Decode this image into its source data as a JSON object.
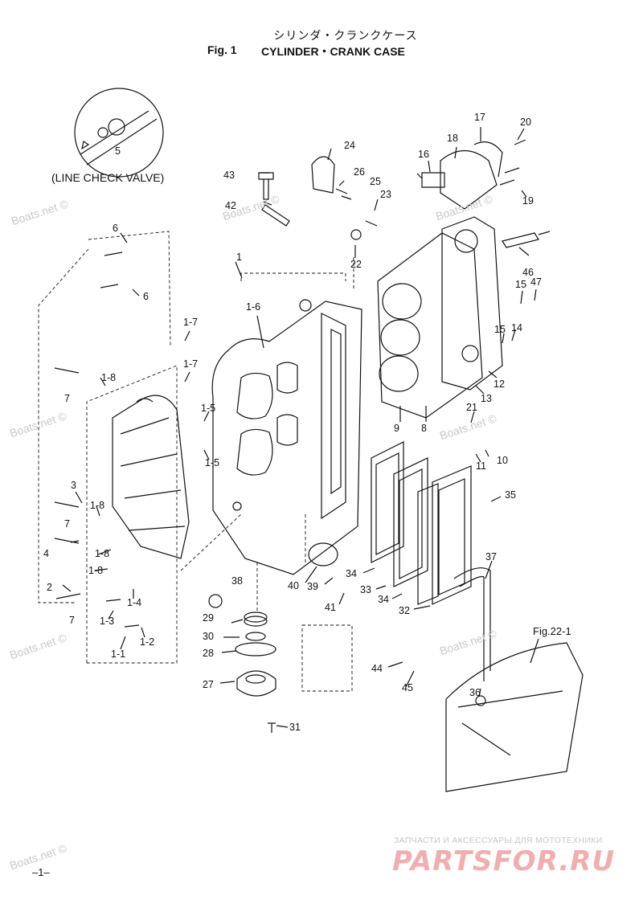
{
  "header": {
    "title_jp": "シリンダ・クランクケース",
    "figure_label": "Fig. 1",
    "title_en": "CYLINDER・CRANK CASE"
  },
  "inset_label": "(LINE CHECK VALVE)",
  "figure_ref": "Fig.22-1",
  "page_number": "–1–",
  "watermarks": [
    "Boats.net ©",
    "Boats.net ©",
    "Boats.net ©",
    "Boats.net ©",
    "Boats.net ©",
    "Boats.net ©",
    "Boats.net ©",
    "Boats.net ©"
  ],
  "brand": {
    "caption": "ЗАПЧАСТИ И АКСЕССУАРЫ ДЛЯ МОТОТЕХНИКИ",
    "logo": "PARTSFOR.RU"
  },
  "callouts": [
    "5",
    "6",
    "6",
    "43",
    "42",
    "24",
    "26",
    "25",
    "23",
    "22",
    "16",
    "18",
    "17",
    "20",
    "19",
    "46",
    "15",
    "47",
    "15",
    "14",
    "12",
    "13",
    "1",
    "1-6",
    "1-7",
    "1-7",
    "1-8",
    "7",
    "1-5",
    "1-5",
    "3",
    "1-8",
    "7",
    "4",
    "1-8",
    "1-8",
    "2",
    "7",
    "1-3",
    "1-4",
    "1-1",
    "1-2",
    "9",
    "8",
    "21",
    "11",
    "10",
    "35",
    "38",
    "40",
    "39",
    "41",
    "34",
    "33",
    "34",
    "32",
    "37",
    "29",
    "30",
    "28",
    "27",
    "31",
    "44",
    "45",
    "36"
  ]
}
